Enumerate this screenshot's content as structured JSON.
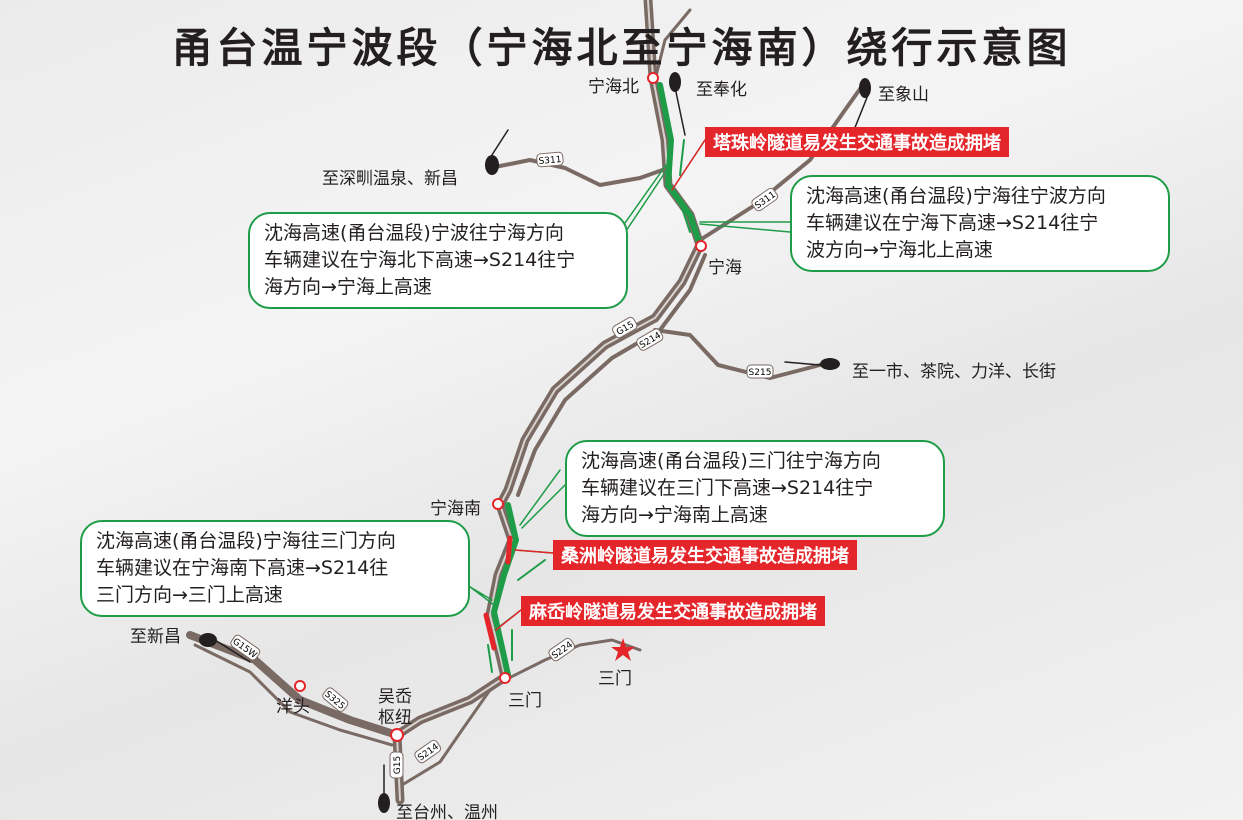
{
  "title": "甬台温宁波段（宁海北至宁海南）绕行示意图",
  "places": {
    "ninghai_north": "宁海北",
    "ninghai": "宁海",
    "ninghai_south": "宁海南",
    "sanmen_exit": "三门",
    "sanmen_town": "三门",
    "yangtou": "洋头",
    "wuao_hub_1": "吴岙",
    "wuao_hub_2": "枢纽",
    "to_fenghua": "至奉化",
    "to_xiangshan": "至象山",
    "to_shenzhen_xinchang": "至深甽温泉、新昌",
    "to_yishi": "至一市、茶院、力洋、长街",
    "to_xinchang": "至新昌",
    "to_taizhou_wenzhou": "至台州、温州"
  },
  "road_shields": [
    "S311",
    "S311",
    "G15",
    "S214",
    "S215",
    "G15W",
    "S325",
    "S224",
    "G15",
    "S214"
  ],
  "callouts": [
    {
      "lines": [
        "沈海高速(甬台温段)宁波往宁海方向",
        "车辆建议在宁海北下高速→S214往宁",
        "海方向→宁海上高速"
      ]
    },
    {
      "lines": [
        "沈海高速(甬台温段)宁海往宁波方向",
        "车辆建议在宁海下高速→S214往宁",
        "波方向→宁海北上高速"
      ]
    },
    {
      "lines": [
        "沈海高速(甬台温段)三门往宁海方向",
        "车辆建议在三门下高速→S214往宁",
        "海方向→宁海南上高速"
      ]
    },
    {
      "lines": [
        "沈海高速(甬台温段)宁海往三门方向",
        "车辆建议在宁海南下高速→S214往",
        "三门方向→三门上高速"
      ]
    }
  ],
  "alerts": [
    "塔珠岭隧道易发生交通事故造成拥堵",
    "桑洲岭隧道易发生交通事故造成拥堵",
    "麻岙岭隧道易发生交通事故造成拥堵"
  ],
  "colors": {
    "road": "#7a6a64",
    "detour": "#1e9c48",
    "congestion": "#e4262a",
    "node": "#e4262a"
  }
}
